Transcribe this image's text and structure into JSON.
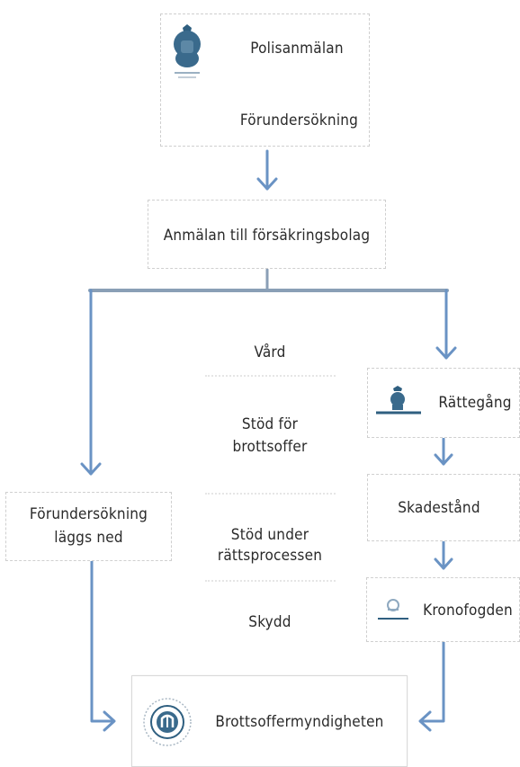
{
  "nodes": {
    "polisanmalan": "Polisanmälan",
    "forundersokning": "Förundersökning",
    "anmalan_forsakring": "Anmälan till försäkringsbolag",
    "vard": "Vård",
    "stod_for_brottsoffer_1": "Stöd för",
    "stod_for_brottsoffer_2": "brottsoffer",
    "stod_under_1": "Stöd under",
    "stod_under_2": "rättsprocessen",
    "skydd": "Skydd",
    "forundersokning_laggs_ned_1": "Förundersökning",
    "forundersokning_laggs_ned_2": "läggs ned",
    "rattegang": "Rättegång",
    "skadestand": "Skadestånd",
    "kronofogden": "Kronofogden",
    "brottsoffermyndigheten": "Brottsoffermyndigheten"
  },
  "colors": {
    "arrow": "#6a93c4",
    "connector": "#8a9fb6",
    "icon": "#3a6a8c"
  },
  "icons": [
    "police-icon",
    "court-icon",
    "enforcement-icon",
    "authority-logo-icon"
  ]
}
